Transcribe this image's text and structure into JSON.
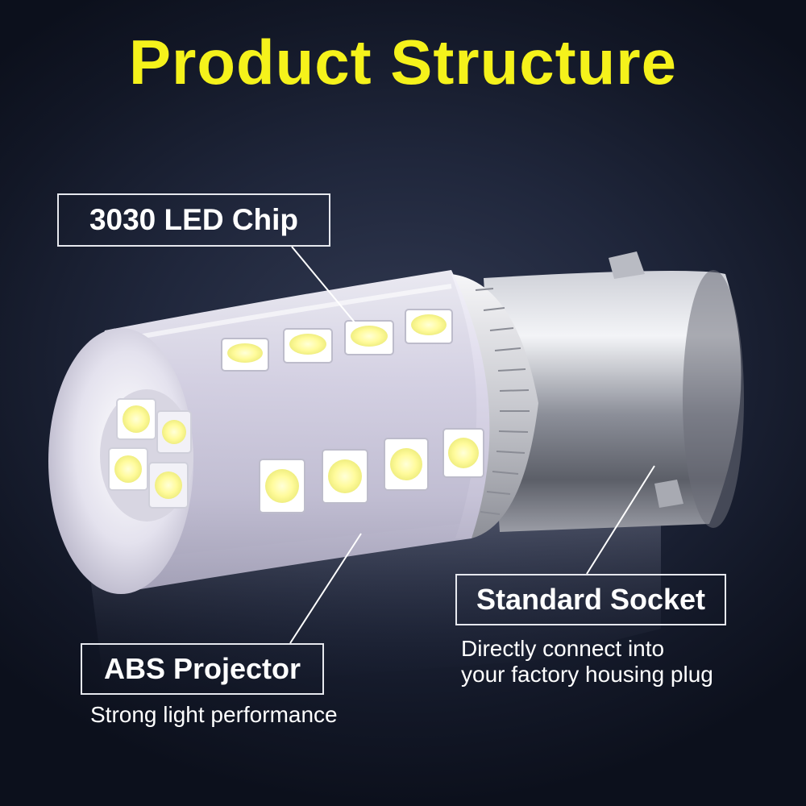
{
  "title": "Product Structure",
  "colors": {
    "title": "#f5f21b",
    "background": "#1a2034",
    "label_text": "#ffffff",
    "label_border": "#e6e8ee"
  },
  "callouts": {
    "led_chip": {
      "label": "3030 LED Chip"
    },
    "standard_socket": {
      "label": "Standard Socket",
      "description_line1": "Directly connect into",
      "description_line2": "your factory housing plug"
    },
    "abs_projector": {
      "label": "ABS Projector",
      "description": "Strong light performance"
    }
  }
}
